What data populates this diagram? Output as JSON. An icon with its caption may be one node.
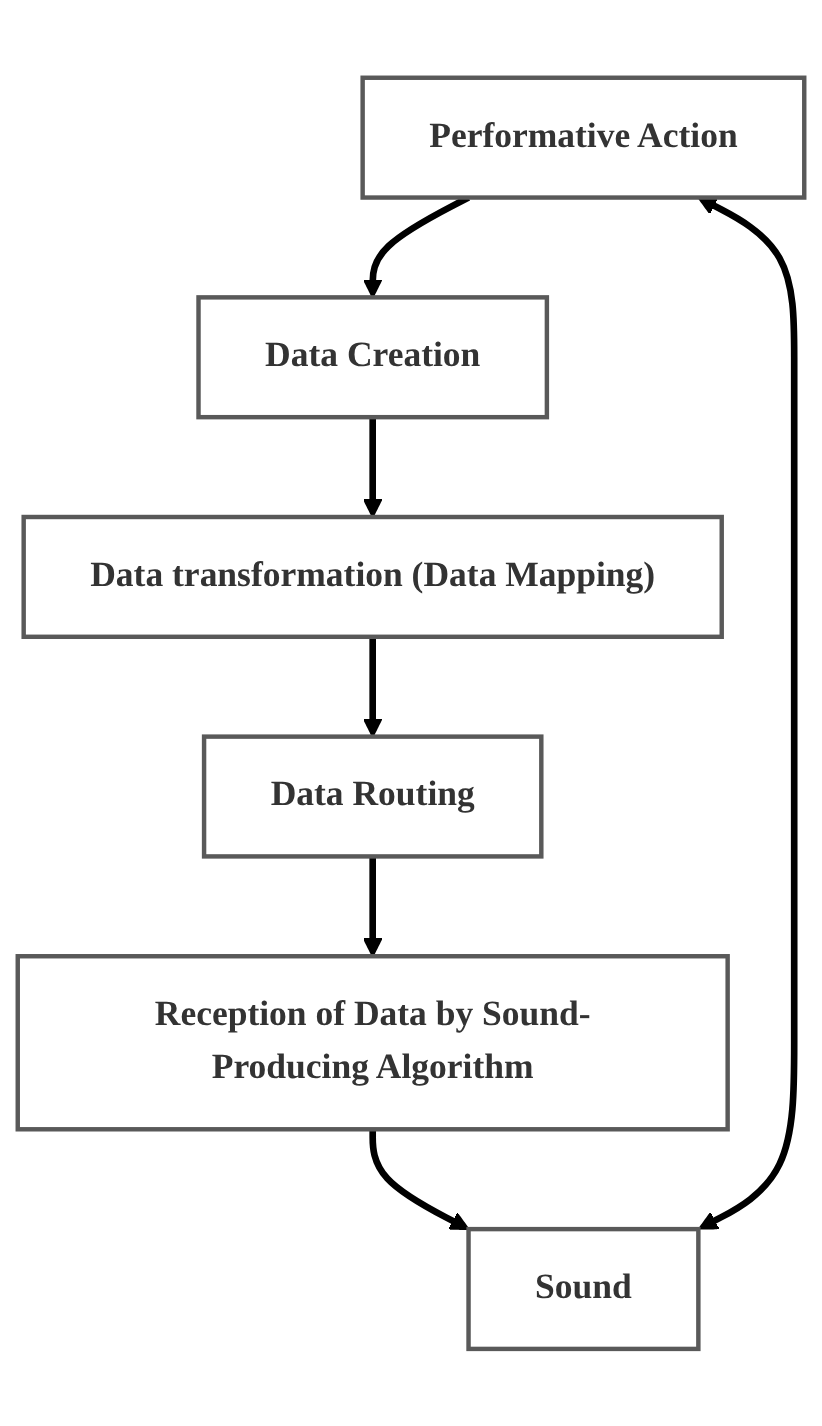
{
  "diagram": {
    "nodes": [
      {
        "text": [
          "Performative Action"
        ]
      },
      {
        "text": [
          "Data Creation"
        ]
      },
      {
        "text": [
          "Data transformation (Data Mapping)"
        ]
      },
      {
        "text": [
          "Data Routing"
        ]
      },
      {
        "text": [
          "Reception of Data by Sound-Producing Algorithm"
        ]
      },
      {
        "text": [
          "Sound"
        ]
      }
    ],
    "edges": [
      {
        "from": 0,
        "to": 1,
        "arrow": "to"
      },
      {
        "from": 1,
        "to": 2,
        "arrow": "to"
      },
      {
        "from": 2,
        "to": 3,
        "arrow": "to"
      },
      {
        "from": 3,
        "to": 4,
        "arrow": "to"
      },
      {
        "from": 4,
        "to": 5,
        "arrow": "to"
      },
      {
        "from": 5,
        "to": 0,
        "arrow": "both"
      }
    ]
  }
}
